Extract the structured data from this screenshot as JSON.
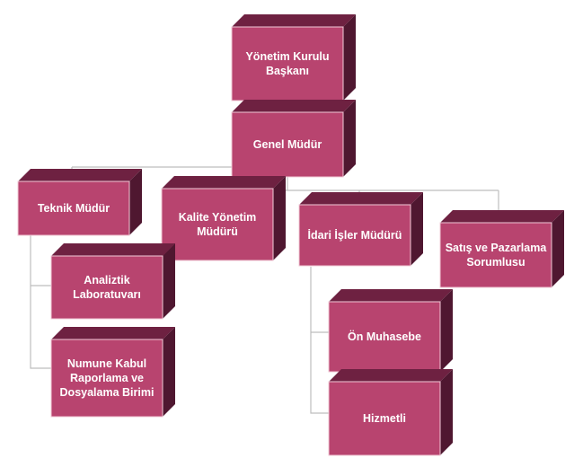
{
  "colors": {
    "box_face": "#b8446f",
    "box_top": "#6e2141",
    "box_side": "#4f1730",
    "box_edge": "#f0c8d6",
    "connector": "#bdbdbd",
    "text": "#ffffff"
  },
  "nodes": {
    "chairman": {
      "lines": [
        "Yönetim Kurulu",
        "Başkanı"
      ]
    },
    "general_manager": {
      "lines": [
        "Genel Müdür"
      ]
    },
    "technical_manager": {
      "lines": [
        "Teknik Müdür"
      ]
    },
    "quality_manager": {
      "lines": [
        "Kalite Yönetim",
        "Müdürü"
      ]
    },
    "admin_manager": {
      "lines": [
        "İdari İşler Müdürü"
      ]
    },
    "sales_manager": {
      "lines": [
        "Satış ve Pazarlama",
        "Sorumlusu"
      ]
    },
    "analytical_lab": {
      "lines": [
        "Analiztik",
        "Laboratuvarı"
      ]
    },
    "sample_reporting": {
      "lines": [
        "Numune Kabul",
        "Raporlama ve",
        "Dosyalama Birimi"
      ]
    },
    "pre_accounting": {
      "lines": [
        "Ön Muhasebe"
      ]
    },
    "services": {
      "lines": [
        "Hizmetli"
      ]
    }
  }
}
